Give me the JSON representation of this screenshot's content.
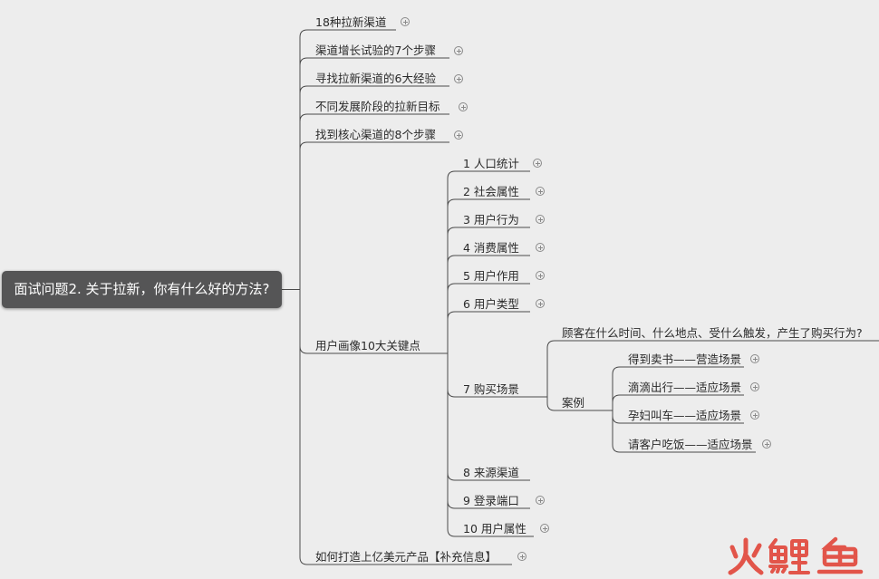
{
  "root": {
    "label": "面试问题2. 关于拉新，你有什么好的方法?"
  },
  "branches": [
    {
      "label": "18种拉新渠道",
      "expandable": true
    },
    {
      "label": "渠道增长试验的7个步骤",
      "expandable": true
    },
    {
      "label": "寻找拉新渠道的6大经验",
      "expandable": true
    },
    {
      "label": "不同发展阶段的拉新目标",
      "expandable": true
    },
    {
      "label": "找到核心渠道的8个步骤",
      "expandable": true
    },
    {
      "label": "用户画像10大关键点",
      "expandable": false
    },
    {
      "label": "如何打造上亿美元产品【补充信息】",
      "expandable": true
    }
  ],
  "persona_keys": [
    {
      "label": "1 人口统计",
      "expandable": true
    },
    {
      "label": "2 社会属性",
      "expandable": true
    },
    {
      "label": "3 用户行为",
      "expandable": true
    },
    {
      "label": "4 消费属性",
      "expandable": true
    },
    {
      "label": "5 用户作用",
      "expandable": true
    },
    {
      "label": "6 用户类型",
      "expandable": true
    },
    {
      "label": "7 购买场景",
      "expandable": false
    },
    {
      "label": "8 来源渠道",
      "expandable": false
    },
    {
      "label": "9 登录端口",
      "expandable": true
    },
    {
      "label": "10 用户属性",
      "expandable": true
    }
  ],
  "scene": {
    "question": "顾客在什么时间、什么地点、受什么触发，产生了购买行为?",
    "case_label": "案例",
    "cases": [
      {
        "label": "得到卖书——营造场景",
        "expandable": true
      },
      {
        "label": "滴滴出行——适应场景",
        "expandable": true
      },
      {
        "label": "孕妇叫车——适应场景",
        "expandable": true
      },
      {
        "label": "请客户吃饭——适应场景",
        "expandable": true
      }
    ]
  },
  "watermark": {
    "text": "火鲤鱼"
  },
  "colors": {
    "line": "#4a4a4a",
    "root_bg": "#555556",
    "background": "#ededed",
    "watermark": "#e2554a"
  }
}
